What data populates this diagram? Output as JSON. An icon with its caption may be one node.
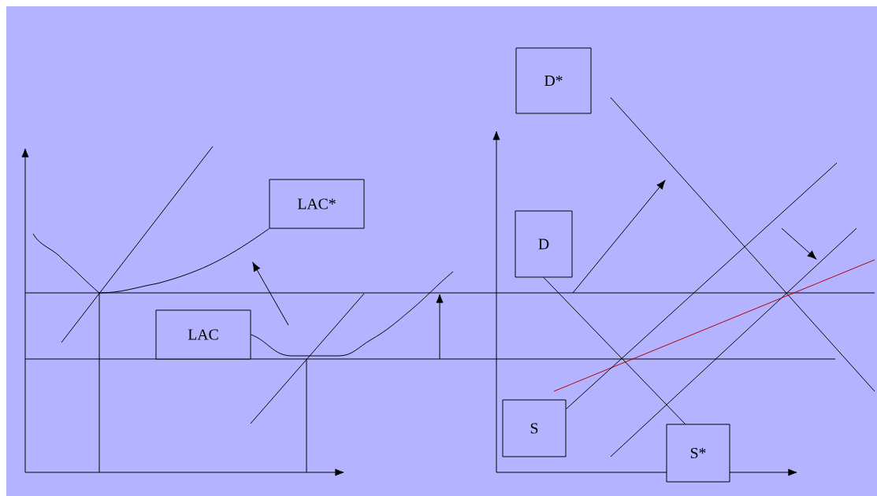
{
  "diagram": {
    "nodes": [
      {
        "text": [
          "LAC*"
        ]
      },
      {
        "text": [
          "LAC"
        ]
      },
      {
        "text": [
          "D*"
        ]
      },
      {
        "text": [
          "D"
        ]
      },
      {
        "text": [
          "S"
        ]
      },
      {
        "text": [
          "S*"
        ]
      }
    ],
    "edges": [
      {
        "from": 0,
        "to": null,
        "arrow": "none"
      },
      {
        "from": 1,
        "to": null,
        "arrow": "none"
      },
      {
        "from": 3,
        "to": 5,
        "arrow": "none"
      },
      {
        "from": 4,
        "to": null,
        "arrow": "none"
      }
    ]
  }
}
